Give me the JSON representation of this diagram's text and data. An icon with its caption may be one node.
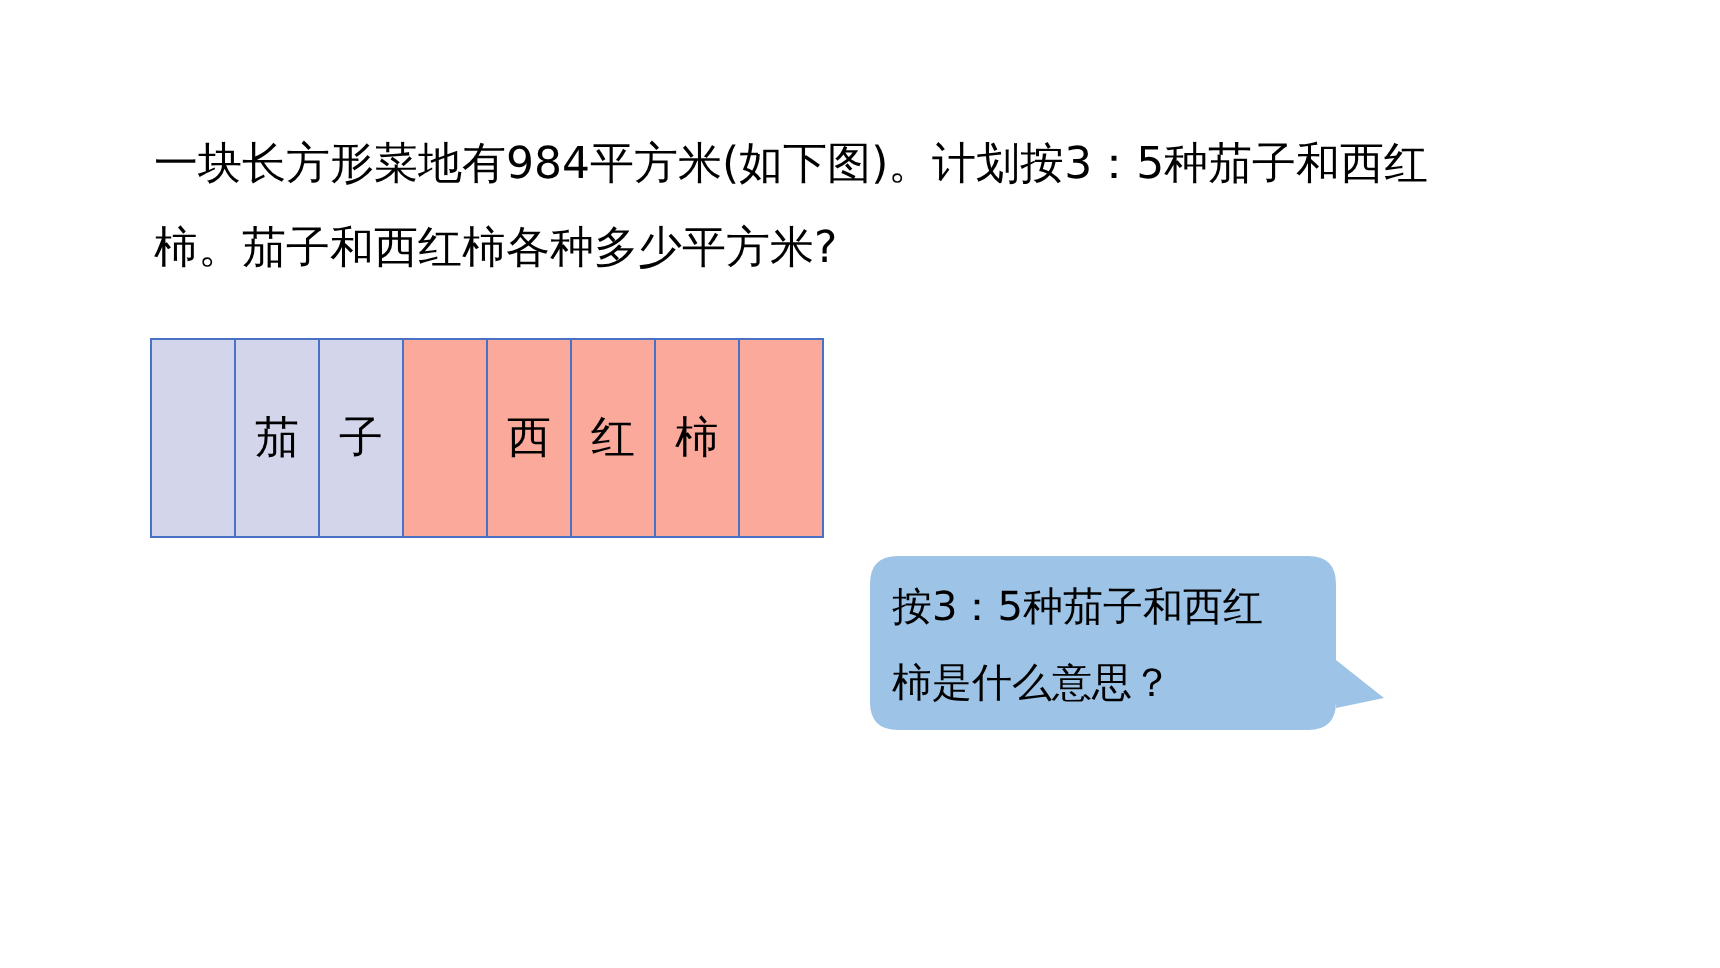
{
  "diagram": {
    "title": "一块长方形菜地有984平方米(如下图)。计划按3：5种茄子和西红柿。茄子和西红柿各种多少平方米?",
    "nodes": [
      {
        "text": [],
        "shape": "box"
      },
      {
        "text": [
          "茄"
        ]
      },
      {
        "text": [
          "子"
        ]
      },
      {
        "text": [],
        "shape": "box"
      },
      {
        "text": [
          "西"
        ]
      },
      {
        "text": [
          "红"
        ]
      },
      {
        "text": [
          "柿"
        ]
      },
      {
        "text": [],
        "shape": "box"
      },
      {
        "text": [
          "按3：5种茄子和西红柿是什么意思？"
        ]
      }
    ]
  }
}
